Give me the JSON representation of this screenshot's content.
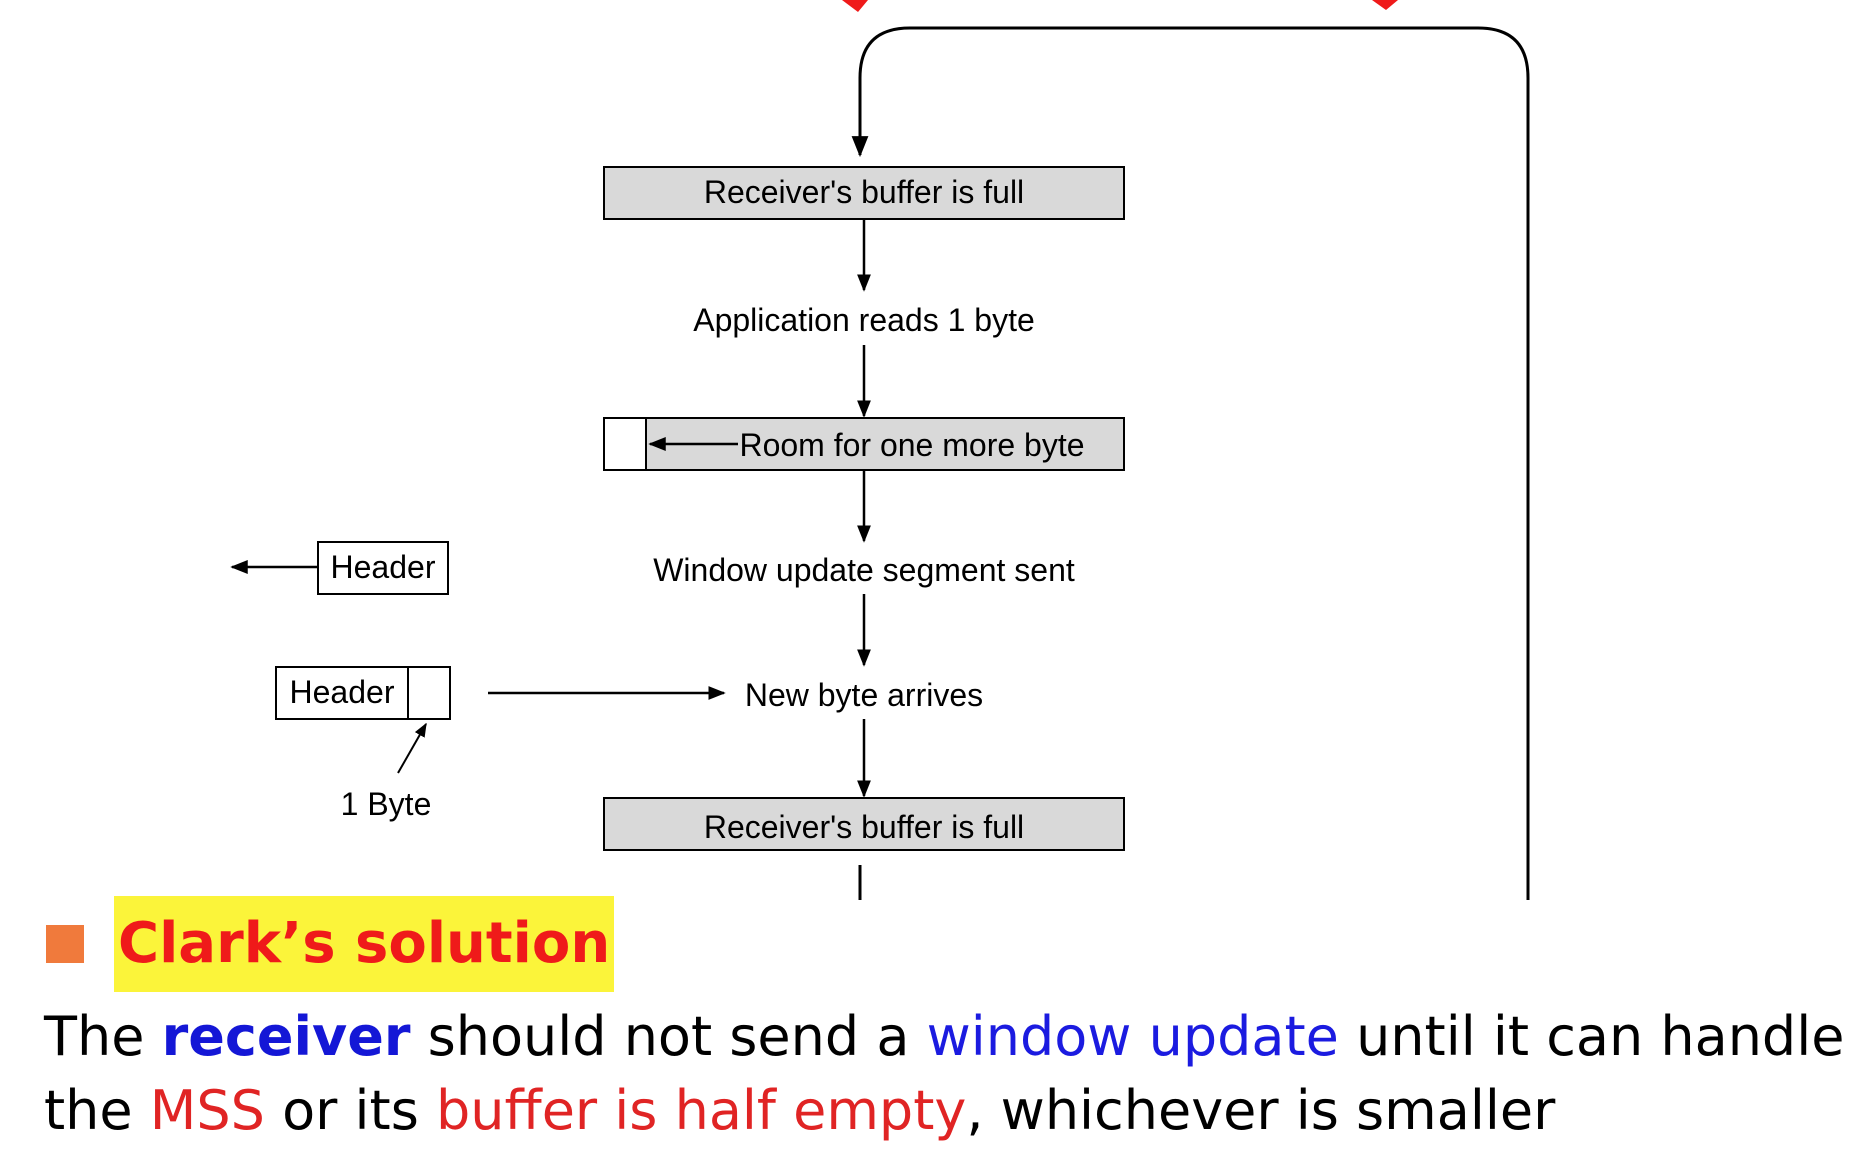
{
  "diagram": {
    "box_full_top": "Receiver's buffer is full",
    "step_app_reads": "Application reads 1 byte",
    "box_room": "Room for one more byte",
    "step_window_update": "Window update segment sent",
    "step_new_byte": "New byte arrives",
    "box_full_bottom": "Receiver's buffer is full",
    "header_sent": "Header",
    "header_arriving": "Header",
    "one_byte_label": "1 Byte"
  },
  "text": {
    "heading": "Clark’s solution",
    "line1_a": "The ",
    "line1_receiver": "receiver",
    "line1_b": " should not send a ",
    "line1_window_update": "window update",
    "line1_c": " until it can handle",
    "line2_a": "the ",
    "line2_mss": "MSS",
    "line2_b": " or its ",
    "line2_buffer": "buffer is half empty",
    "line2_c": ", whichever is smaller"
  },
  "colors": {
    "heading_text": "#ef1a1a",
    "heading_highlight": "#fbf43a",
    "bullet": "#f07a3c",
    "emphasis_blue": "#1417d6",
    "emphasis_red": "#e02424",
    "box_fill": "#d9d9d9"
  }
}
